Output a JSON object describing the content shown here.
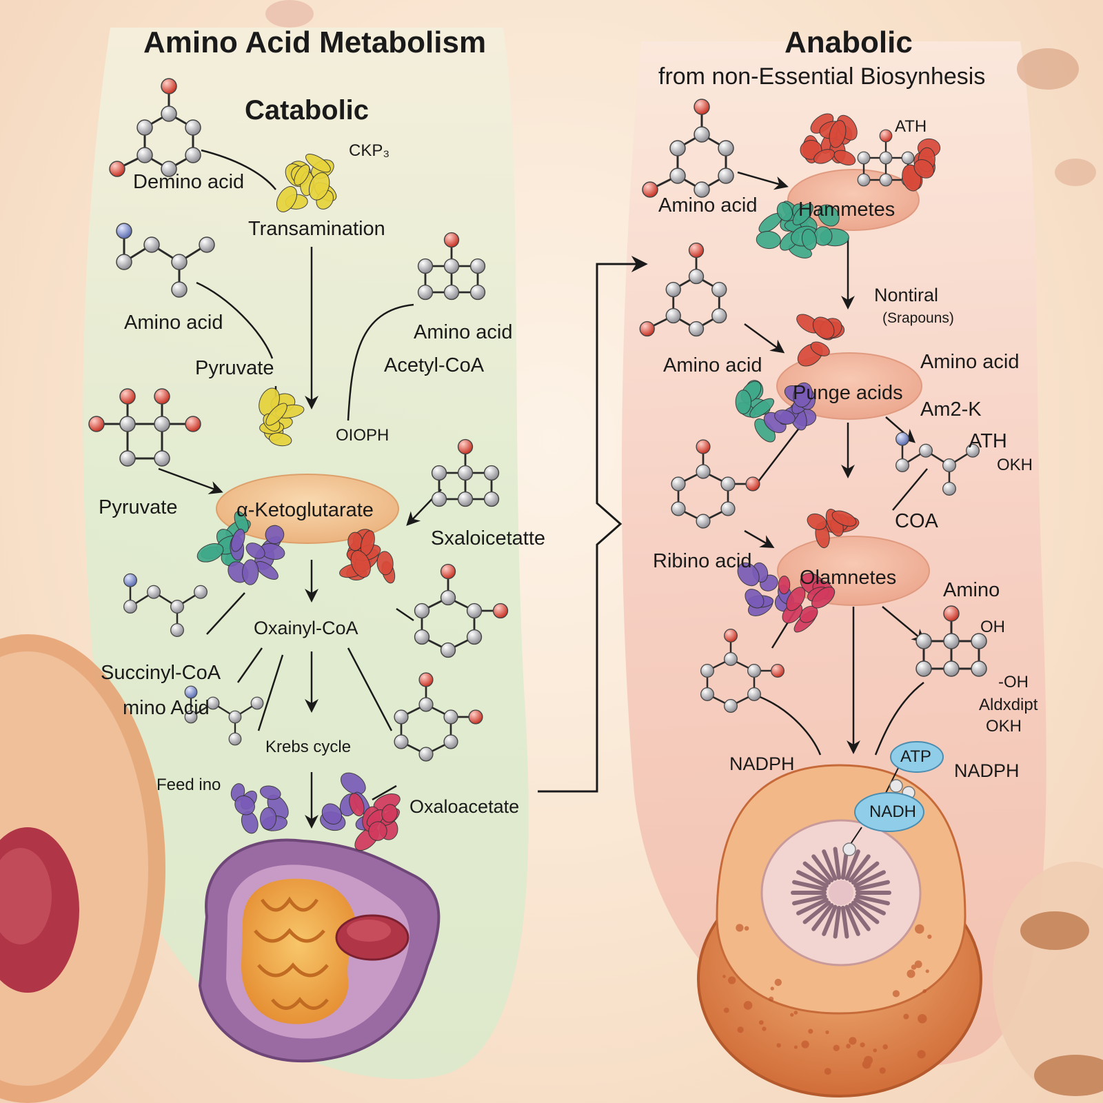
{
  "titles": {
    "main": "Amino Acid Metabolism",
    "catabolic": "Catabolic",
    "anabolic": "Anabolic",
    "anabolic_sub": "from non-Essential Biosynhesis"
  },
  "catabolic": {
    "ckp3": "CKP₃",
    "demino_acid": "Demino acid",
    "transamination": "Transamination",
    "amino_acid_left": "Amino acid",
    "amino_acid_right": "Amino acid",
    "acetyl_coa": "Acetyl-CoA",
    "pyruvate_upper": "Pyruvate",
    "pyruvate_lower": "Pyruvate",
    "oioph": "OIOPH",
    "alpha_ketoglutarate": "α-Ketoglutarate",
    "sxaloicetate": "Sxaloicetatte",
    "oxainyl_coa": "Oxainyl-CoA",
    "succinyl_coa": "Succinyl-CoA",
    "mino_acid": "mino Acid",
    "krebs_cycle": "Krebs cycle",
    "feed_ino": "Feed ino",
    "oxaloacetate": "Oxaloacetate"
  },
  "anabolic": {
    "ath_top": "ATH",
    "amino_acid_1": "Amino acid",
    "hammetes": "Hammetes",
    "nontiral": "Nontiral",
    "srapouns": "(Srapouns)",
    "amino_acid_2": "Amino acid",
    "amino_acid_3": "Amino acid",
    "punge_acids": "Punge acids",
    "am2k": "Am2-K",
    "ath_mid": "ATH",
    "okh_1": "OKH",
    "coa": "COA",
    "ribino_acid": "Ribino acid",
    "olamnetes": "Olamnetes",
    "amino_4": "Amino",
    "oh_1": "OH",
    "oh_2": "-OH",
    "aldxdipt": "Aldxdipt",
    "okh_2": "OKH",
    "nadph_left": "NADPH",
    "nadph_right": "NADPH",
    "atp": "ATP",
    "nadh": "NADH"
  },
  "colors": {
    "panel_green": "#e3edd4",
    "panel_red": "#f6cfc2",
    "node_hub": "#f2c08e",
    "atom_gray": "#a9a9ae",
    "atom_red": "#d9483c",
    "atom_blue": "#7e8fc6",
    "protein_yellow": "#e7d33c",
    "protein_teal": "#3fa98a",
    "protein_purple": "#7a5cb8",
    "protein_red": "#d84a3a",
    "protein_pink": "#d23a5e",
    "mito_membrane": "#8e5f95",
    "mito_matrix": "#eda34a",
    "cell_orange": "#d9804a",
    "atp_blue": "#8fcde8"
  },
  "icons": [
    "molecule-icon",
    "protein-cluster-icon",
    "mitochondrion-icon",
    "cell-icon",
    "arrow-icon"
  ]
}
